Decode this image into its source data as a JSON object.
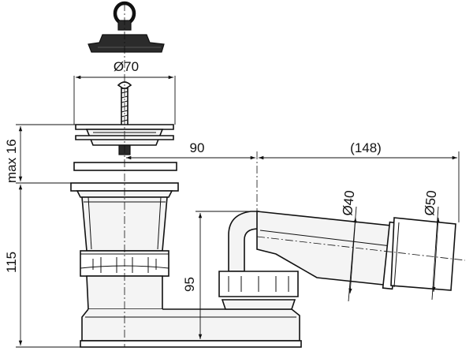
{
  "labels": {
    "diameter_strainer": "Ø70",
    "height_max": "max 16",
    "height_total": "115",
    "height_outlet": "95",
    "length_horizontal": "90",
    "length_outlet": "(148)",
    "diameter_inner": "Ø40",
    "diameter_outer": "Ø50"
  }
}
